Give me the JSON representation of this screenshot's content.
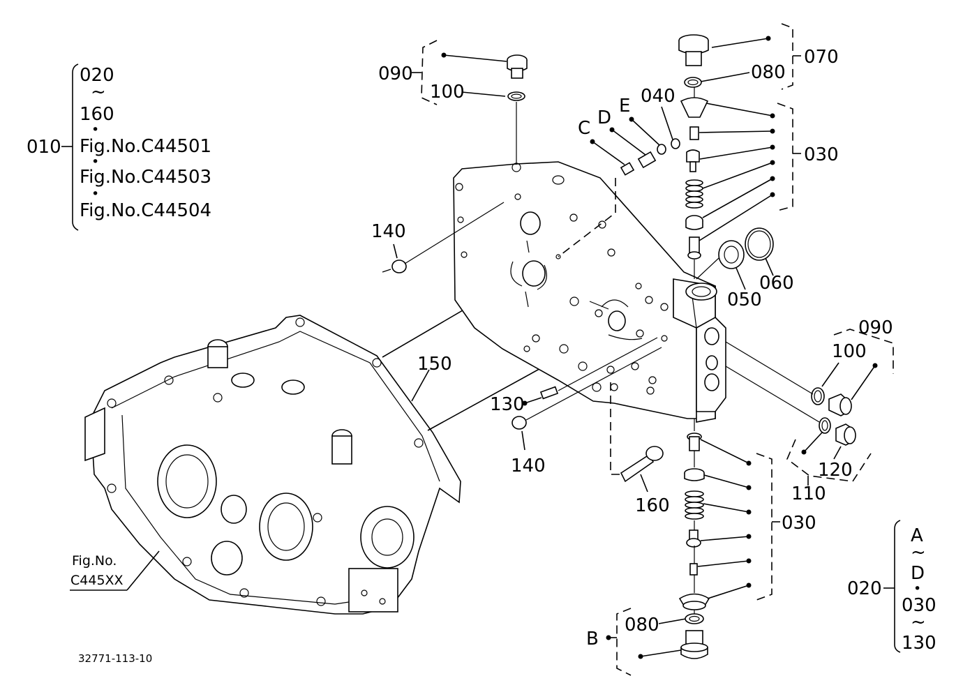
{
  "drawing_code": "32771-113-10",
  "left_group": {
    "ref": "010",
    "lines": [
      "020",
      "~",
      "160",
      "•",
      "Fig.No.C44501",
      "•",
      "Fig.No.C44503",
      "•",
      "Fig.No.C44504"
    ]
  },
  "right_group": {
    "ref": "020",
    "lines": [
      "A",
      "~",
      "D",
      "•",
      "030",
      "~",
      "130"
    ]
  },
  "fig_ref": {
    "line1": "Fig.No.",
    "line2": "C445XX"
  },
  "labels": {
    "l090_top": "090",
    "l100_top": "100",
    "l070": "070",
    "l080_top": "080",
    "l040": "040",
    "lE": "E",
    "lD": "D",
    "lC": "C",
    "l030_top": "030",
    "l140_top": "140",
    "l050": "050",
    "l060": "060",
    "l150": "150",
    "l090_right": "090",
    "l100_right": "100",
    "l130": "130",
    "l140_bottom": "140",
    "l160": "160",
    "l120": "120",
    "l110": "110",
    "l030_bottom": "030",
    "l080_bottom": "080",
    "lB": "B"
  }
}
